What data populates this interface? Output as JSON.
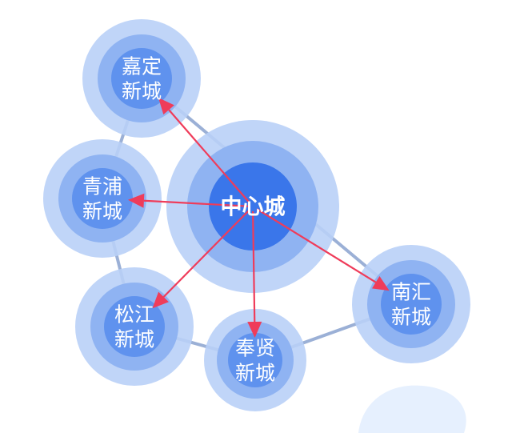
{
  "colors": {
    "ring_outer": "#b9d0f7",
    "ring_middle": "#8fb3f2",
    "ring_inner": "#5f92ee",
    "center_core": "#3a76ea",
    "connector": "#8aa3cf",
    "arrow": "#ef3c5a",
    "deco": "#e6f0fe",
    "label": "#ffffff"
  },
  "nodes": {
    "center": {
      "lines": [
        "中心城"
      ]
    },
    "jiading": {
      "lines": [
        "嘉定",
        "新城"
      ]
    },
    "qingpu": {
      "lines": [
        "青浦",
        "新城"
      ]
    },
    "songjiang": {
      "lines": [
        "松江",
        "新城"
      ]
    },
    "fengxian": {
      "lines": [
        "奉贤",
        "新城"
      ]
    },
    "nanhui": {
      "lines": [
        "南汇",
        "新城"
      ]
    }
  },
  "connectors": [
    {
      "from": "jiading",
      "to": "qingpu"
    },
    {
      "from": "qingpu",
      "to": "songjiang"
    },
    {
      "from": "songjiang",
      "to": "fengxian"
    },
    {
      "from": "fengxian",
      "to": "nanhui"
    },
    {
      "from": "jiading",
      "to": "nanhui"
    }
  ],
  "arrows": [
    {
      "from": "center",
      "to": "jiading"
    },
    {
      "from": "center",
      "to": "qingpu"
    },
    {
      "from": "center",
      "to": "songjiang"
    },
    {
      "from": "center",
      "to": "fengxian"
    },
    {
      "from": "center",
      "to": "nanhui"
    }
  ]
}
